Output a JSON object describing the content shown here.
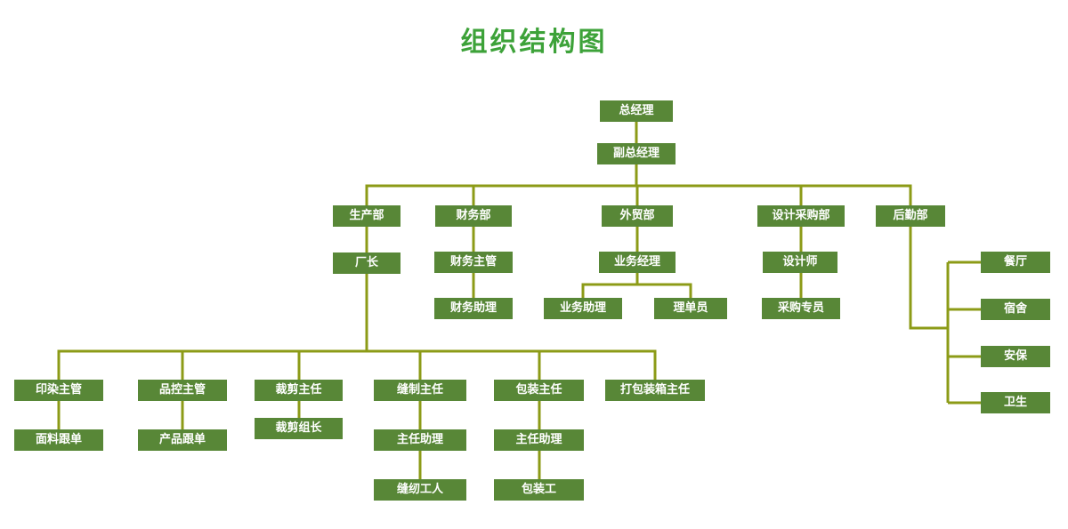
{
  "title": "组织结构图",
  "colors": {
    "box": "#588737",
    "line": "#8c9b17",
    "title": "#3da239"
  },
  "nodes": [
    {
      "label": "总经理"
    },
    {
      "label": "副总经理"
    },
    {
      "label": "生产部"
    },
    {
      "label": "财务部"
    },
    {
      "label": "外贸部"
    },
    {
      "label": "设计采购部"
    },
    {
      "label": "后勤部"
    },
    {
      "label": "厂长"
    },
    {
      "label": "财务主管"
    },
    {
      "label": "财务助理"
    },
    {
      "label": "业务经理"
    },
    {
      "label": "业务助理"
    },
    {
      "label": "理单员"
    },
    {
      "label": "设计师"
    },
    {
      "label": "采购专员"
    },
    {
      "label": "餐厅"
    },
    {
      "label": "宿舍"
    },
    {
      "label": "安保"
    },
    {
      "label": "卫生"
    },
    {
      "label": "印染主管"
    },
    {
      "label": "品控主管"
    },
    {
      "label": "裁剪主任"
    },
    {
      "label": "缝制主任"
    },
    {
      "label": "包装主任"
    },
    {
      "label": "打包装箱主任"
    },
    {
      "label": "面料跟单"
    },
    {
      "label": "产品跟单"
    },
    {
      "label": "裁剪组长"
    },
    {
      "label": "主任助理"
    },
    {
      "label": "主任助理"
    },
    {
      "label": "缝纫工人"
    },
    {
      "label": "包装工"
    }
  ]
}
